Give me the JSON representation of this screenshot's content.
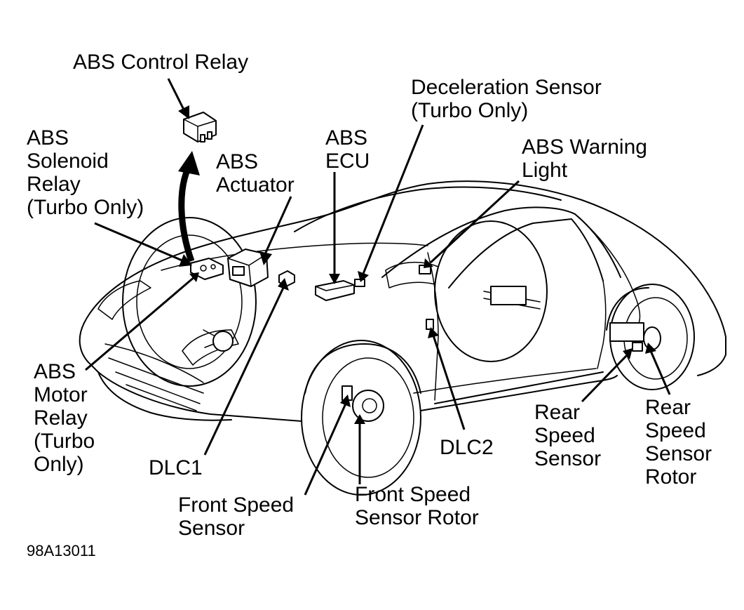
{
  "labels": {
    "abs_control_relay": [
      "ABS Control Relay"
    ],
    "abs_solenoid_relay": [
      "ABS",
      "Solenoid",
      "Relay",
      "(Turbo Only)"
    ],
    "abs_actuator": [
      "ABS",
      "Actuator"
    ],
    "abs_ecu": [
      "ABS",
      "ECU"
    ],
    "deceleration_sensor": [
      "Deceleration Sensor",
      "(Turbo Only)"
    ],
    "abs_warning_light": [
      "ABS Warning",
      "Light"
    ],
    "abs_motor_relay": [
      "ABS",
      "Motor",
      "Relay",
      "(Turbo",
      "Only)"
    ],
    "dlc1": [
      "DLC1"
    ],
    "front_speed_sensor": [
      "Front Speed",
      "Sensor"
    ],
    "front_speed_sensor_rotor": [
      "Front Speed",
      "Sensor Rotor"
    ],
    "dlc2": [
      "DLC2"
    ],
    "rear_speed_sensor": [
      "Rear",
      "Speed",
      "Sensor"
    ],
    "rear_speed_sensor_rotor": [
      "Rear",
      "Speed",
      "Sensor",
      "Rotor"
    ]
  },
  "figure_id": "98A13011"
}
